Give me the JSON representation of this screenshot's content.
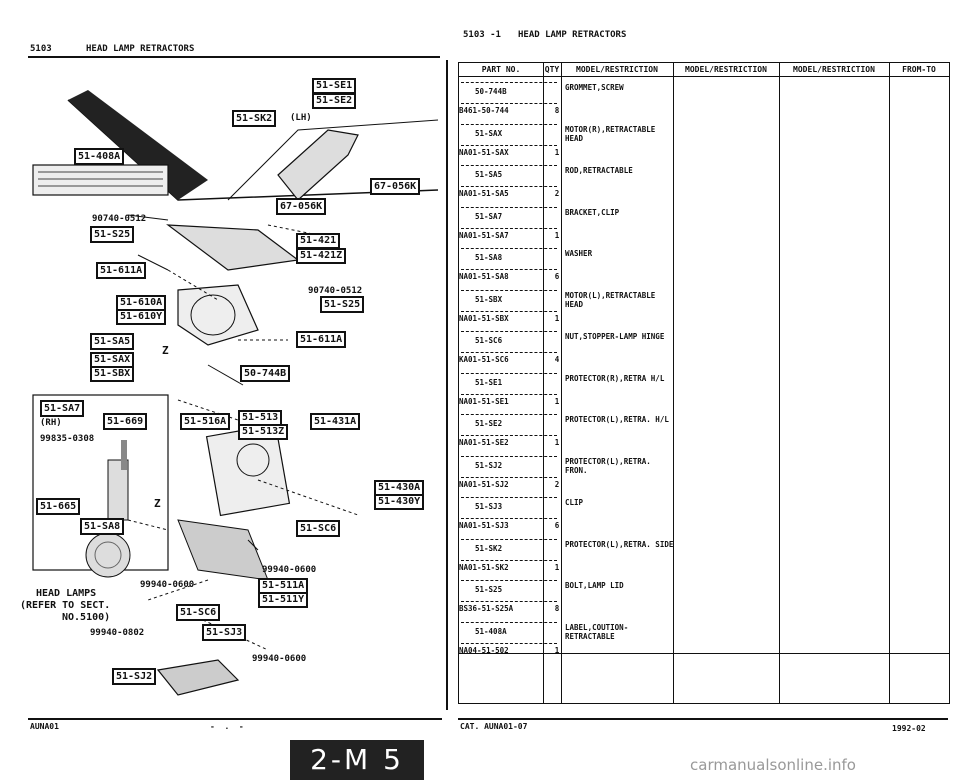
{
  "left_header": {
    "code": "5103",
    "title": "HEAD LAMP RETRACTORS"
  },
  "right_header": {
    "code": "5103 -1",
    "title": "HEAD LAMP RETRACTORS"
  },
  "diagram": {
    "callouts": [
      {
        "id": "c1",
        "text": "51-SE1"
      },
      {
        "id": "c2",
        "text": "51-SE2"
      },
      {
        "id": "c3",
        "text": "51-SK2"
      },
      {
        "id": "c4",
        "text": "51-408A"
      },
      {
        "id": "c5",
        "text": "67-056K"
      },
      {
        "id": "c6",
        "text": "67-056K"
      },
      {
        "id": "c7",
        "text": "51-S25"
      },
      {
        "id": "c8",
        "text": "51-421"
      },
      {
        "id": "c9",
        "text": "51-421Z"
      },
      {
        "id": "c10",
        "text": "51-611A"
      },
      {
        "id": "c11",
        "text": "51-610A"
      },
      {
        "id": "c12",
        "text": "51-610Y"
      },
      {
        "id": "c13",
        "text": "51-S25"
      },
      {
        "id": "c14",
        "text": "51-SA5"
      },
      {
        "id": "c15",
        "text": "51-611A"
      },
      {
        "id": "c16",
        "text": "51-SAX"
      },
      {
        "id": "c17",
        "text": "51-SBX"
      },
      {
        "id": "c18",
        "text": "50-744B"
      },
      {
        "id": "c19",
        "text": "51-SA7"
      },
      {
        "id": "c20",
        "text": "51-669"
      },
      {
        "id": "c21",
        "text": "51-516A"
      },
      {
        "id": "c22",
        "text": "51-513"
      },
      {
        "id": "c23",
        "text": "51-513Z"
      },
      {
        "id": "c24",
        "text": "51-431A"
      },
      {
        "id": "c25",
        "text": "51-430A"
      },
      {
        "id": "c26",
        "text": "51-430Y"
      },
      {
        "id": "c27",
        "text": "51-665"
      },
      {
        "id": "c28",
        "text": "51-SA8"
      },
      {
        "id": "c29",
        "text": "51-SC6"
      },
      {
        "id": "c30",
        "text": "51-511A"
      },
      {
        "id": "c31",
        "text": "51-511Y"
      },
      {
        "id": "c32",
        "text": "51-SC6"
      },
      {
        "id": "c33",
        "text": "51-SJ3"
      },
      {
        "id": "c34",
        "text": "51-SJ2"
      }
    ],
    "labels": {
      "lh": "(LH)",
      "n1": "90740-0512",
      "n2": "90740-0512",
      "rh": "(RH)",
      "n3": "99835-0308",
      "n4": "99940-0600",
      "n5": "99940-0600",
      "n6": "99940-0802",
      "n7": "99940-0600",
      "head_lamps": "HEAD LAMPS",
      "refer": "(REFER TO SECT.",
      "no": "NO.5100)",
      "z1": "Z",
      "z2": "Z"
    }
  },
  "table": {
    "headers": {
      "part_no": "PART NO.",
      "qty": "QTY",
      "model1": "MODEL/RESTRICTION",
      "model2": "MODEL/RESTRICTION",
      "model3": "MODEL/RESTRICTION",
      "from_to": "FROM-TO"
    },
    "rows": [
      {
        "pn": "50-744B",
        "cat": "B461-50-744",
        "qty": "8",
        "desc": "GROMMET,SCREW"
      },
      {
        "pn": "51-SAX",
        "cat": "NA01-51-SAX",
        "qty": "1",
        "desc": "MOTOR(R),RETRACTABLE HEAD"
      },
      {
        "pn": "51-SA5",
        "cat": "NA01-51-SA5",
        "qty": "2",
        "desc": "ROD,RETRACTABLE"
      },
      {
        "pn": "51-SA7",
        "cat": "NA01-51-SA7",
        "qty": "1",
        "desc": "BRACKET,CLIP"
      },
      {
        "pn": "51-SA8",
        "cat": "NA01-51-SA8",
        "qty": "6",
        "desc": "WASHER"
      },
      {
        "pn": "51-SBX",
        "cat": "NA01-51-SBX",
        "qty": "1",
        "desc": "MOTOR(L),RETRACTABLE HEAD"
      },
      {
        "pn": "51-SC6",
        "cat": "KA01-51-SC6",
        "qty": "4",
        "desc": "NUT,STOPPER-LAMP HINGE"
      },
      {
        "pn": "51-SE1",
        "cat": "NA01-51-SE1",
        "qty": "1",
        "desc": "PROTECTOR(R),RETRA H/L"
      },
      {
        "pn": "51-SE2",
        "cat": "NA01-51-SE2",
        "qty": "1",
        "desc": "PROTECTOR(L),RETRA. H/L"
      },
      {
        "pn": "51-SJ2",
        "cat": "NA01-51-SJ2",
        "qty": "2",
        "desc": "PROTECTOR(L),RETRA. FRON."
      },
      {
        "pn": "51-SJ3",
        "cat": "NA01-51-SJ3",
        "qty": "6",
        "desc": "CLIP"
      },
      {
        "pn": "51-SK2",
        "cat": "NA01-51-SK2",
        "qty": "1",
        "desc": "PROTECTOR(L),RETRA. SIDE"
      },
      {
        "pn": "51-S25",
        "cat": "BS36-51-S25A",
        "qty": "8",
        "desc": "BOLT,LAMP LID"
      },
      {
        "pn": "51-408A",
        "cat": "NA04-51-502",
        "qty": "1",
        "desc": "LABEL,COUTION-RETRACTABLE"
      }
    ]
  },
  "footer": {
    "left": "AUNA01",
    "dash": "-  .  -",
    "cat": "CAT. AUNA01-07",
    "date": "1992-02"
  },
  "page_badge": "2-M 5",
  "watermark": "carmanualsonline.info"
}
